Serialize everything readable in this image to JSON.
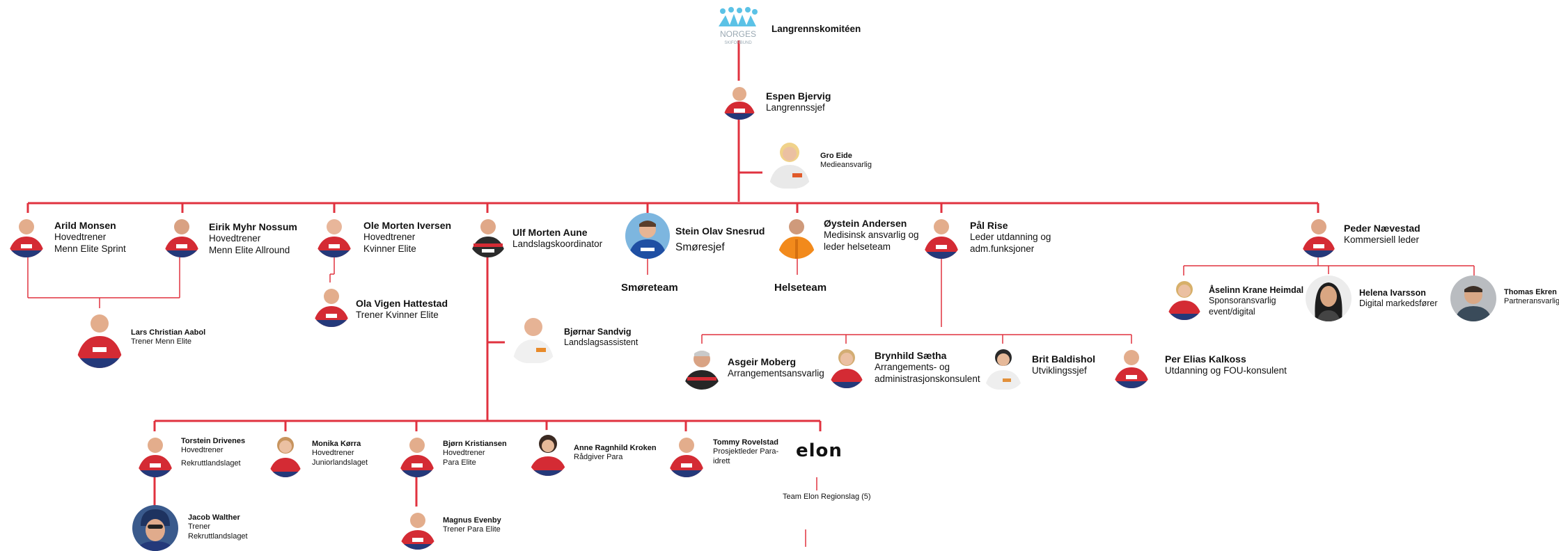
{
  "colors": {
    "line": "#e0323f",
    "jersey_red": "#d42b34",
    "jersey_blue": "#24397a",
    "skin": "#e7b595"
  },
  "committee": {
    "logo_icon": "norges-skiforbund-logo",
    "logo_text": "NORGES",
    "logo_subtext": "SKIFORBUND",
    "title": "Langrennskomitéen"
  },
  "people": {
    "espen": {
      "name": "Espen Bjervig",
      "role": "Langrennssjef"
    },
    "gro": {
      "name": "Gro Eide",
      "role": "Medieansvarlig"
    },
    "arild": {
      "name": "Arild Monsen",
      "role": "Hovedtrener",
      "role2": "Menn Elite Sprint"
    },
    "eirik": {
      "name": "Eirik Myhr Nossum",
      "role": "Hovedtrener",
      "role2": "Menn Elite Allround"
    },
    "ole": {
      "name": "Ole Morten Iversen",
      "role": "Hovedtrener",
      "role2": "Kvinner Elite"
    },
    "ulf": {
      "name": "Ulf Morten Aune",
      "role": "Landslagskoordinator"
    },
    "stein": {
      "name": "Stein Olav Snesrud",
      "role": "Smøresjef"
    },
    "oystein": {
      "name": "Øystein Andersen",
      "role": "Medisinsk ansvarlig og",
      "role2": "leder helseteam"
    },
    "pal": {
      "name": "Pål Rise",
      "role": "Leder utdanning og",
      "role2": "adm.funksjoner"
    },
    "peder": {
      "name": "Peder Nævestad",
      "role": "Kommersiell leder"
    },
    "lars": {
      "name": "Lars Christian Aabol",
      "role": "Trener Menn Elite"
    },
    "ola": {
      "name": "Ola Vigen Hattestad",
      "role": "Trener Kvinner Elite"
    },
    "bjornar": {
      "name": "Bjørnar Sandvig",
      "role": "Landslagsassistent"
    },
    "aselinn": {
      "name": "Åselinn Krane Heimdal",
      "role": "Sponsoransvarlig",
      "role2": "event/digital"
    },
    "helena": {
      "name": "Helena Ivarsson",
      "role": "Digital markedsfører"
    },
    "thomas": {
      "name": "Thomas Ekren",
      "role": "Partneransvarlig"
    },
    "asgeir": {
      "name": "Asgeir Moberg",
      "role": "Arrangementsansvarlig"
    },
    "brynhild": {
      "name": "Brynhild Sætha",
      "role": "Arrangements- og",
      "role2": "administrasjonskonsulent"
    },
    "brit": {
      "name": "Brit Baldishol",
      "role": "Utviklingssjef"
    },
    "per": {
      "name": "Per Elias Kalkoss",
      "role": "Utdanning og FOU-konsulent"
    },
    "torstein": {
      "name": "Torstein Drivenes",
      "role": "Hovedtrener",
      "role2": "Rekruttlandslaget"
    },
    "monika": {
      "name": "Monika Kørra",
      "role": "Hovedtrener",
      "role2": "Juniorlandslaget"
    },
    "bjorn": {
      "name": "Bjørn Kristiansen",
      "role": "Hovedtrener",
      "role2": "Para Elite"
    },
    "anne": {
      "name": "Anne Ragnhild Kroken",
      "role": "Rådgiver Para"
    },
    "tommy": {
      "name": "Tommy Rovelstad",
      "role": "Prosjektleder Para-",
      "role2": "idrett"
    },
    "jacob": {
      "name": "Jacob Walther",
      "role": "Trener",
      "role2": "Rekruttlandslaget"
    },
    "magnus": {
      "name": "Magnus Evenby",
      "role": "Trener Para Elite"
    }
  },
  "teams": {
    "smoreteam": "Smøreteam",
    "helseteam": "Helseteam"
  },
  "elon": {
    "logo_text": "ELON",
    "logo_icon": "elon-logo",
    "label": "Team Elon Regionslag (5)"
  }
}
